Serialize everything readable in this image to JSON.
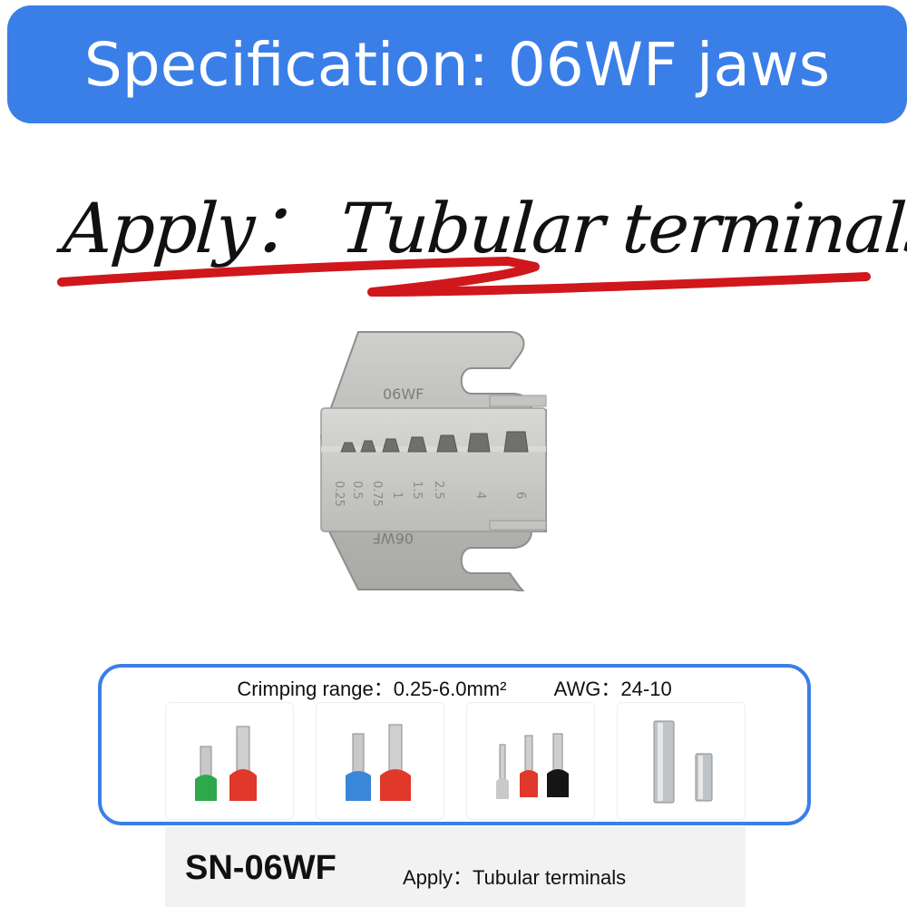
{
  "header": {
    "title": "Specification: 06WF jaws"
  },
  "apply_heading": {
    "text": "Apply：  Tubular terminals"
  },
  "die": {
    "top_marking": "06WF",
    "bottom_marking": "06WF",
    "size_labels": [
      "0.25",
      "0.5",
      "0.75",
      "1",
      "1.5",
      "2.5",
      "4",
      "6"
    ]
  },
  "crimping": {
    "range_label": "Crimping range：0.25-6.0mm²",
    "awg_label": "AWG：24-10"
  },
  "terminal_images": [
    {
      "icon": "terminal-pair-green-red-icon",
      "colors": [
        "#2ea84a",
        "#e0382a"
      ]
    },
    {
      "icon": "terminal-pair-blue-red-icon",
      "colors": [
        "#3a86d8",
        "#e0382a"
      ]
    },
    {
      "icon": "terminal-trio-grey-red-black-icon",
      "colors": [
        "#c9c9c9",
        "#e0382a",
        "#151515"
      ]
    },
    {
      "icon": "bare-tube-terminal-icon",
      "colors": [
        "#bfc3c6"
      ]
    }
  ],
  "footer": {
    "model": "SN-06WF",
    "apply_text": "Apply：Tubular terminals"
  },
  "colors": {
    "banner": "#3a7fe8",
    "underline": "#d0171b",
    "border": "#3a7fe8"
  }
}
